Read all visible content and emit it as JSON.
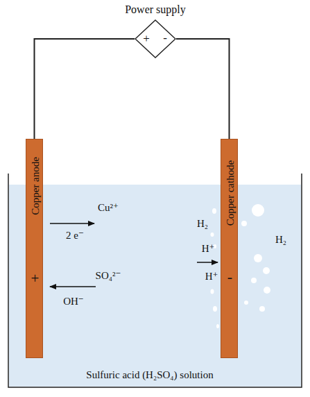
{
  "diagram": {
    "nodes": [
      {
        "text": [
          "Power supply",
          "+",
          "-"
        ]
      },
      {
        "text": [
          "Copper anode",
          "+"
        ]
      },
      {
        "text": [
          "Copper cathode",
          "-"
        ]
      },
      {
        "text": [
          "Sulfuric acid (H₂SO₄) solution"
        ]
      }
    ],
    "edges": [
      {
        "from": 0,
        "to": 1,
        "arrow": "none"
      },
      {
        "from": 0,
        "to": 2,
        "arrow": "none"
      }
    ],
    "labels": [
      "Cu²⁺",
      "2 e⁻",
      "SO₄²⁻",
      "OH⁻",
      "H₂",
      "H₂",
      "H⁺",
      "H⁺"
    ]
  }
}
